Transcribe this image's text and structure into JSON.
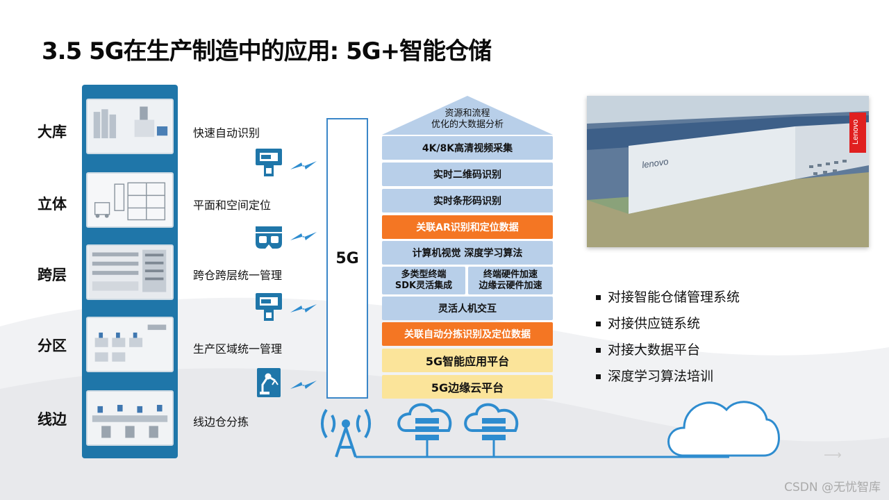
{
  "title": "3.5 5G在生产制造中的应用: 5G+智能仓储",
  "rows": [
    {
      "label": "大库",
      "feature": "快速自动识别"
    },
    {
      "label": "立体",
      "feature": "平面和空间定位"
    },
    {
      "label": "跨层",
      "feature": "跨仓跨层统一管理"
    },
    {
      "label": "分区",
      "feature": "生产区域统一管理"
    },
    {
      "label": "线边",
      "feature": "线边仓分拣"
    }
  ],
  "fiveg_label": "5G",
  "stack": {
    "roof_line1": "资源和流程",
    "roof_line2": "优化的大数据分析",
    "video": "4K/8K高清视频采集",
    "qr": "实时二维码识别",
    "barcode": "实时条形码识别",
    "ar": "关联AR识别和定位数据",
    "cv": "计算机视觉 深度学习算法",
    "sdk_line1": "多类型终端",
    "sdk_line2": "SDK灵活集成",
    "hw_line1": "终端硬件加速",
    "hw_line2": "边缘云硬件加速",
    "hmi": "灵活人机交互",
    "sorting": "关联自动分拣识别及定位数据",
    "app_platform": "5G智能应用平台",
    "edge_platform": "5G边缘云平台"
  },
  "photo": {
    "brand": "lenovo",
    "brand_sign": "Lenovo"
  },
  "bullets": [
    "对接智能仓储管理系统",
    "对接供应链系统",
    "对接大数据平台",
    "深度学习算法培训"
  ],
  "watermark": "CSDN @无忧智库",
  "colors": {
    "panel": "#1f76a9",
    "accent_blue": "#3a86c8",
    "orange": "#f47623",
    "yellow": "#fbe49a",
    "layer_blue": "#b8cfe9"
  }
}
